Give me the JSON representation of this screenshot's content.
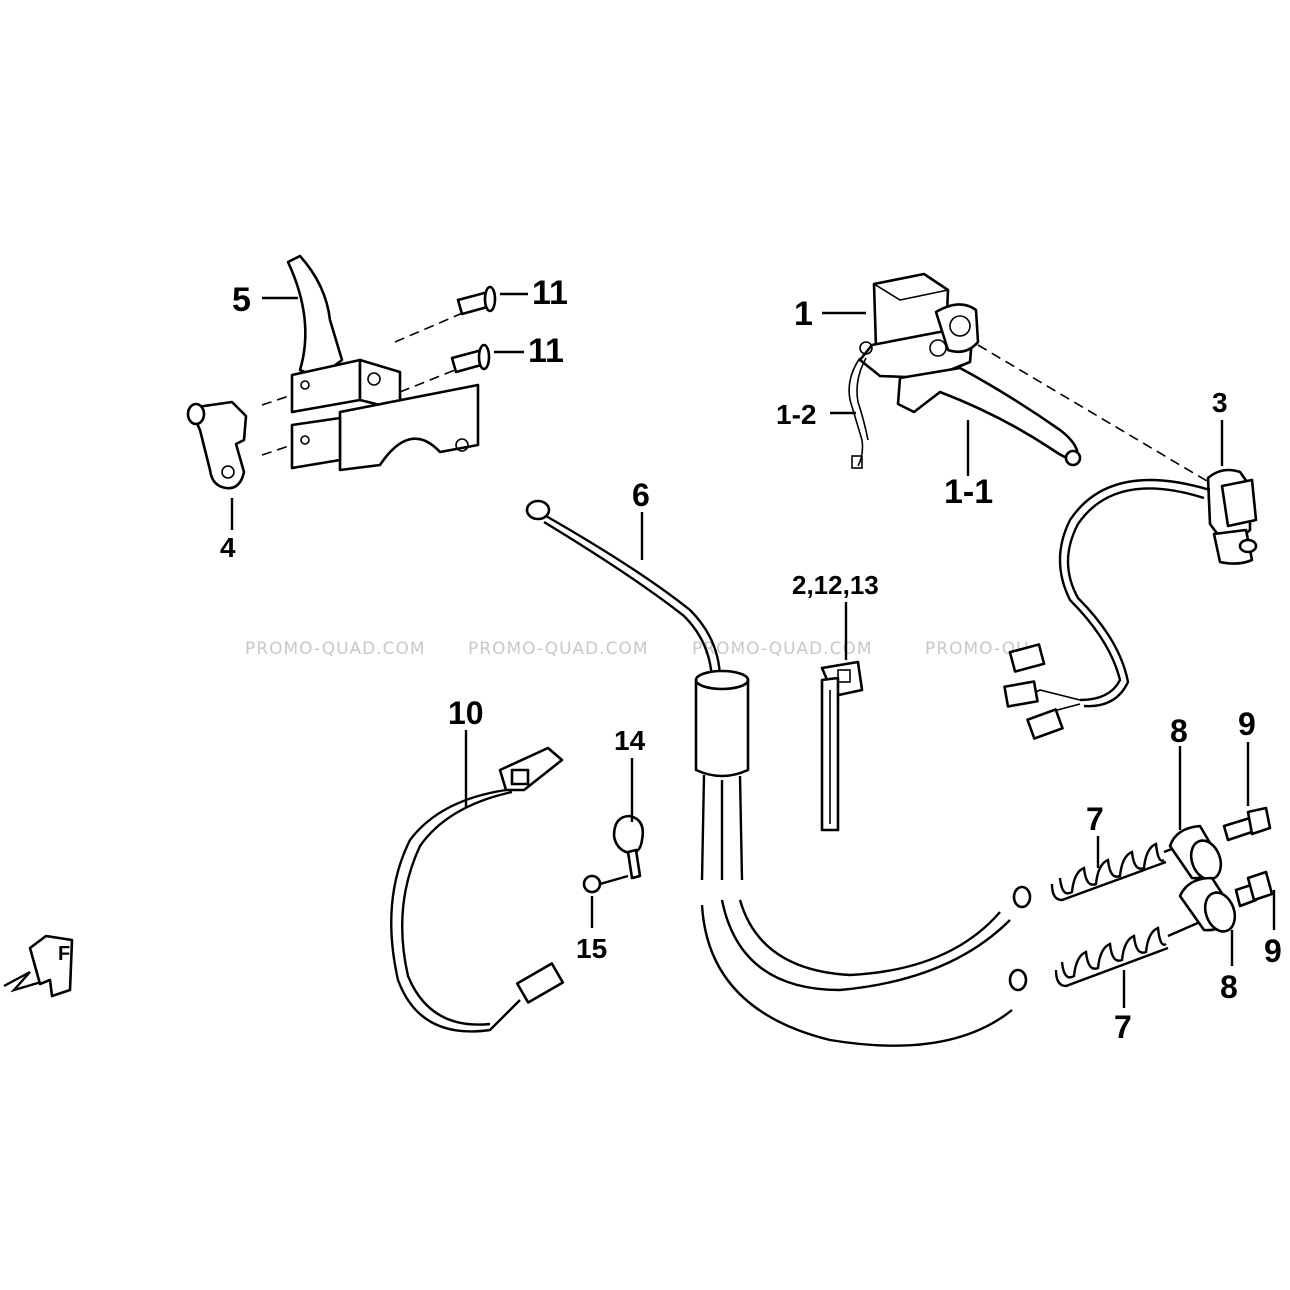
{
  "diagram": {
    "callouts": {
      "c1": "1",
      "c1_1": "1-1",
      "c1_2": "1-2",
      "c2_12_13": "2,12,13",
      "c3": "3",
      "c4": "4",
      "c5": "5",
      "c6": "6",
      "c7a": "7",
      "c7b": "7",
      "c8a": "8",
      "c8b": "8",
      "c9a": "9",
      "c9b": "9",
      "c10": "10",
      "c11a": "11",
      "c11b": "11",
      "c14": "14",
      "c15": "15"
    },
    "watermarks": [
      "PROMO-QUAD.COM",
      "PROMO-QUAD.COM",
      "PROMO-QUAD.COM",
      "PROMO-QU"
    ],
    "orientation_mark": "F"
  }
}
